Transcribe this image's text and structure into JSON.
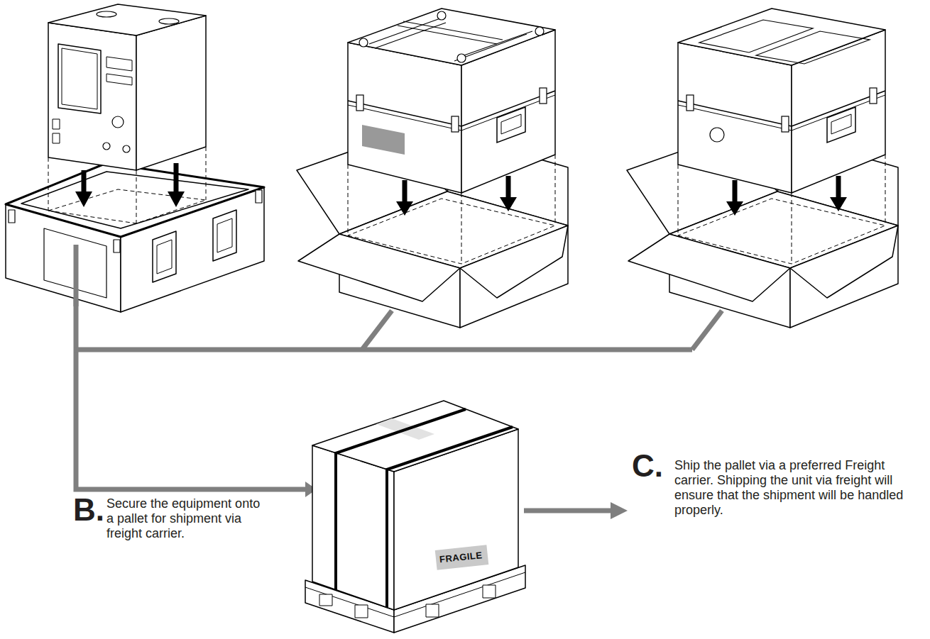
{
  "diagram": {
    "nodes": [
      {
        "text": [
          "FRAGILE"
        ]
      }
    ],
    "labels": [
      "B.",
      "Secure the equipment onto a pallet for shipment via freight carrier.",
      "C.",
      "Ship the pallet via a preferred Freight carrier. Shipping the unit via freight will ensure that the shipment will be handled properly."
    ]
  }
}
